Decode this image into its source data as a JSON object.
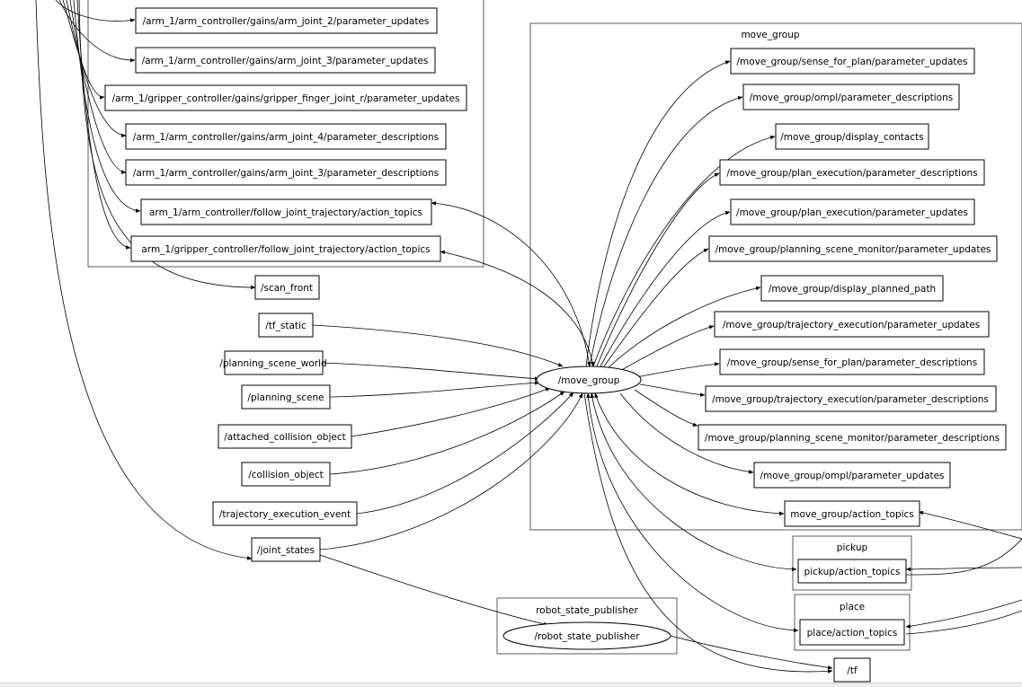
{
  "clusters": {
    "move_group": "move_group",
    "pickup": "pickup",
    "place": "place",
    "robot_state_publisher": "robot_state_publisher"
  },
  "topics": {
    "arm_joint_2_param_updates": "/arm_1/arm_controller/gains/arm_joint_2/parameter_updates",
    "arm_joint_3_param_updates": "/arm_1/arm_controller/gains/arm_joint_3/parameter_updates",
    "gripper_finger_r_param_updates": "/arm_1/gripper_controller/gains/gripper_finger_joint_r/parameter_updates",
    "arm_joint_4_param_descriptions": "/arm_1/arm_controller/gains/arm_joint_4/parameter_descriptions",
    "arm_joint_3_param_descriptions": "/arm_1/arm_controller/gains/arm_joint_3/parameter_descriptions",
    "arm_follow_joint_traj": "arm_1/arm_controller/follow_joint_trajectory/action_topics",
    "gripper_follow_joint_traj": "arm_1/gripper_controller/follow_joint_trajectory/action_topics",
    "scan_front": "/scan_front",
    "tf_static": "/tf_static",
    "planning_scene_world": "/planning_scene_world",
    "planning_scene": "/planning_scene",
    "attached_collision_object": "/attached_collision_object",
    "collision_object": "/collision_object",
    "trajectory_execution_event": "/trajectory_execution_event",
    "joint_states": "/joint_states",
    "tf": "/tf",
    "mg_sense_for_plan_updates": "/move_group/sense_for_plan/parameter_updates",
    "mg_ompl_descriptions": "/move_group/ompl/parameter_descriptions",
    "mg_display_contacts": "/move_group/display_contacts",
    "mg_plan_exec_descriptions": "/move_group/plan_execution/parameter_descriptions",
    "mg_plan_exec_updates": "/move_group/plan_execution/parameter_updates",
    "mg_psm_updates": "/move_group/planning_scene_monitor/parameter_updates",
    "mg_display_planned_path": "/move_group/display_planned_path",
    "mg_traj_exec_updates": "/move_group/trajectory_execution/parameter_updates",
    "mg_sense_for_plan_descriptions": "/move_group/sense_for_plan/parameter_descriptions",
    "mg_traj_exec_descriptions": "/move_group/trajectory_execution/parameter_descriptions",
    "mg_psm_descriptions": "/move_group/planning_scene_monitor/parameter_descriptions",
    "mg_ompl_updates": "/move_group/ompl/parameter_updates",
    "mg_action_topics": "move_group/action_topics",
    "pickup_action_topics": "pickup/action_topics",
    "place_action_topics": "place/action_topics"
  },
  "nodes": {
    "move_group": "/move_group",
    "robot_state_publisher": "/robot_state_publisher"
  }
}
